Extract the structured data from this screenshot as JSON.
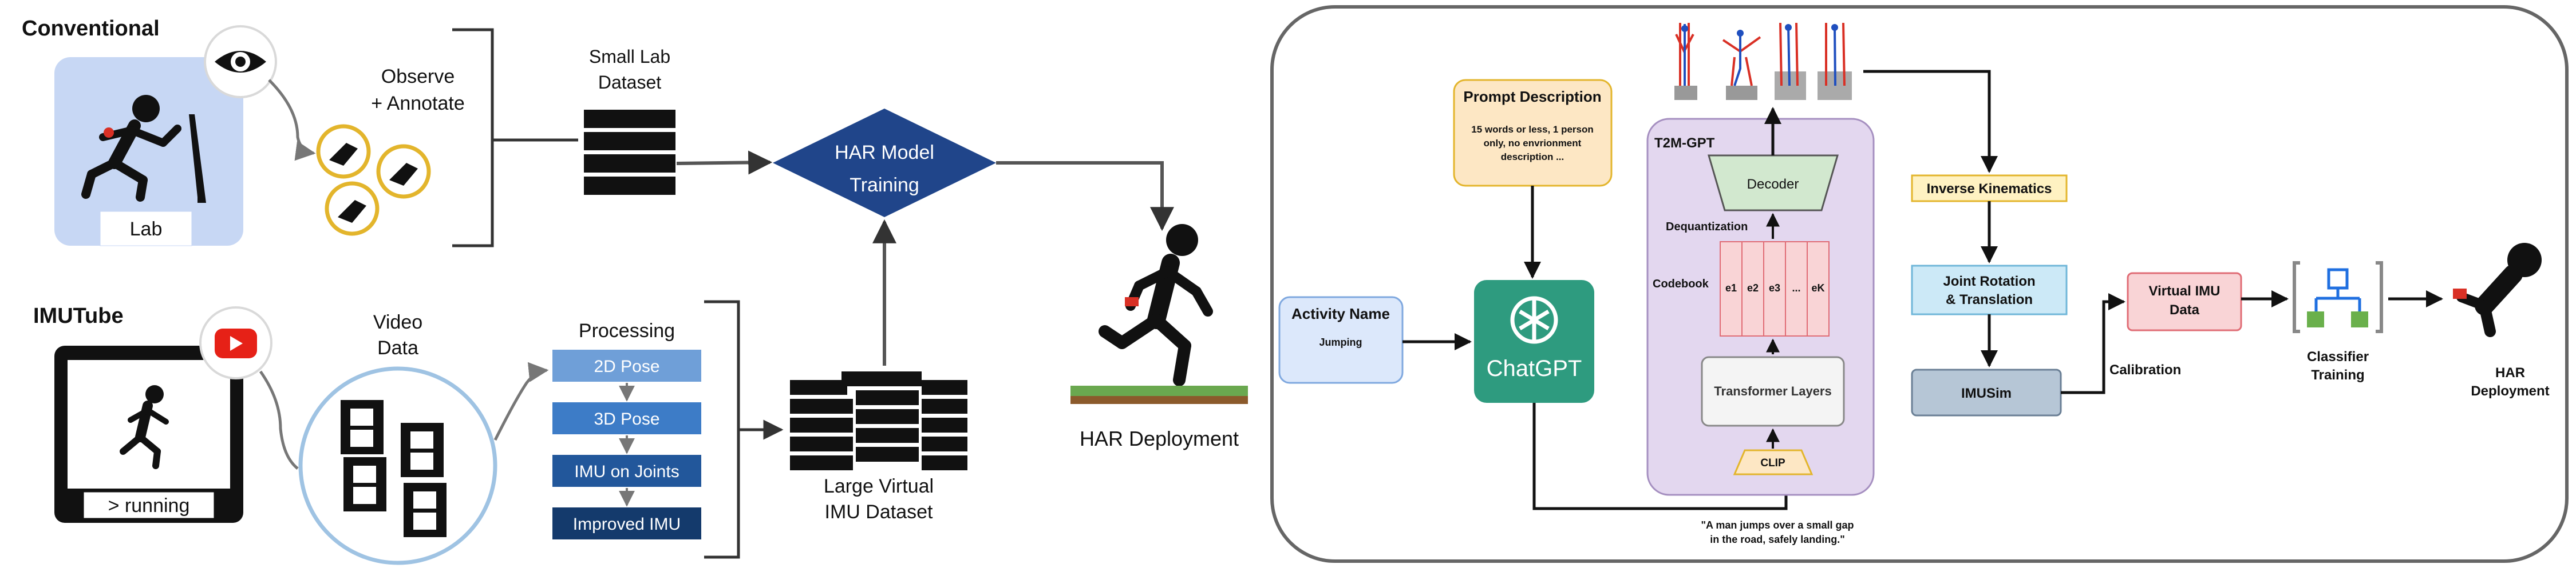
{
  "left": {
    "conventional": {
      "title": "Conventional",
      "lab_label": "Lab",
      "observe_line1": "Observe",
      "observe_line2": "+ Annotate",
      "dataset_line1": "Small Lab",
      "dataset_line2": "Dataset"
    },
    "imutube": {
      "title": "IMUTube",
      "screen_caption": "> running",
      "video_line1": "Video",
      "video_line2": "Data",
      "processing_title": "Processing",
      "steps": [
        "2D Pose",
        "3D Pose",
        "IMU on Joints",
        "Improved IMU"
      ],
      "large_line1": "Large Virtual",
      "large_line2": "IMU Dataset"
    },
    "har_training_line1": "HAR Model",
    "har_training_line2": "Training",
    "har_deployment": "HAR Deployment"
  },
  "right": {
    "prompt_title": "Prompt Description",
    "prompt_line1": "15 words or less, 1 person",
    "prompt_line2": "only, no envrionment",
    "prompt_line3": "description ...",
    "activity_title": "Activity Name",
    "activity_value": "Jumping",
    "chatgpt": "ChatGPT",
    "t2m_title": "T2M-GPT",
    "decoder": "Decoder",
    "dequantization": "Dequantization",
    "codebook": "Codebook",
    "codebook_cells": [
      "e1",
      "e2",
      "e3",
      "...",
      "eK"
    ],
    "transformer": "Transformer Layers",
    "clip": "CLIP",
    "quote_line1": "\"A man jumps over a small gap",
    "quote_line2": "in the road, safely landing.\"",
    "inverse_kinematics": "Inverse Kinematics",
    "joint_line1": "Joint Rotation",
    "joint_line2": "& Translation",
    "imusim": "IMUSim",
    "calibration": "Calibration",
    "virtual_line1": "Virtual IMU",
    "virtual_line2": "Data",
    "classifier_line1": "Classifier",
    "classifier_line2": "Training",
    "har_line1": "HAR",
    "har_line2": "Deployment"
  },
  "colors": {
    "lab_bg": "#c7d7f4",
    "annotate_ring": "#e3b52c",
    "har_diamond": "#20458a",
    "step1": "#6f9fd8",
    "step2": "#3d7cc7",
    "step3": "#22579b",
    "step4": "#143a6c",
    "ground_green": "#6aa84f",
    "ground_brown": "#8b5a2b",
    "prompt_fill": "#fde7c4",
    "activity_fill": "#dce8fb",
    "chatgpt_fill": "#2e9b7f",
    "t2m_fill": "#e3d7ef",
    "decoder_fill": "#d2e8cf",
    "codebook_fill": "#f9d4d6",
    "ik_fill": "#fff2c2",
    "joint_fill": "#cce9f7",
    "imusim_fill": "#b6c6d6",
    "virtual_fill": "#f9d4d6"
  }
}
